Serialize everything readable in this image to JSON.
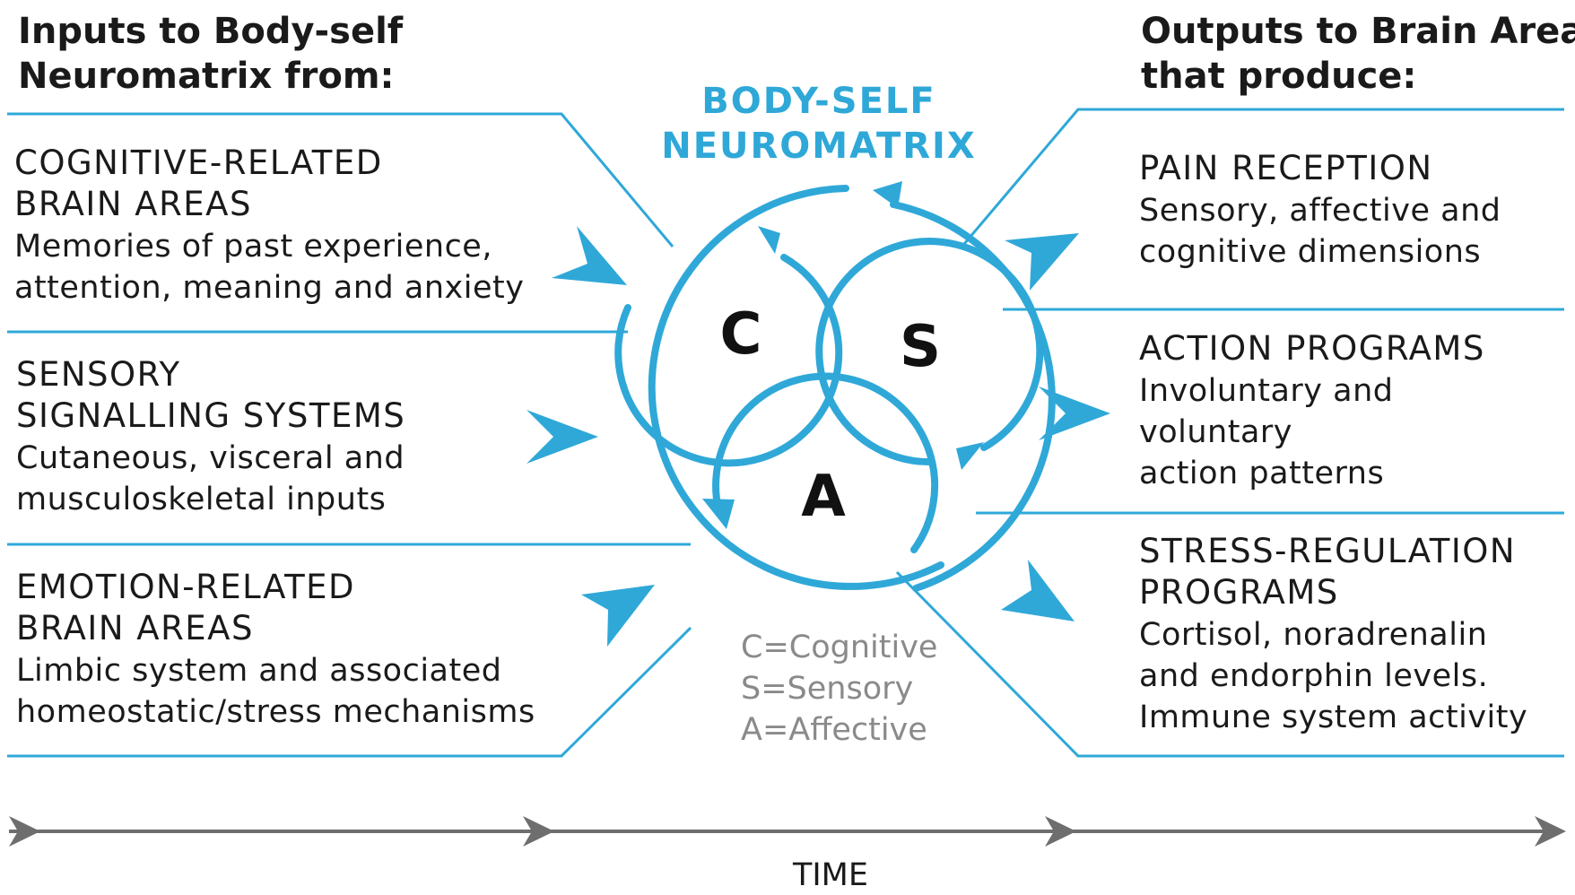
{
  "left_heading": {
    "line1": "Inputs to Body-self",
    "line2": "Neuromatrix from:"
  },
  "right_heading": {
    "line1": "Outputs to Brain Areas",
    "line2": "that produce:"
  },
  "center": {
    "title_line1": "BODY-SELF",
    "title_line2": "NEUROMATRIX",
    "letter_c": "C",
    "letter_s": "S",
    "letter_a": "A"
  },
  "inputs": [
    {
      "title_lines": [
        "COGNITIVE-RELATED",
        "BRAIN AREAS"
      ],
      "body_lines": [
        "Memories of past experience,",
        "attention, meaning and anxiety"
      ]
    },
    {
      "title_lines": [
        "SENSORY",
        "SIGNALLING SYSTEMS"
      ],
      "body_lines": [
        "Cutaneous, visceral and",
        "musculoskeletal inputs"
      ]
    },
    {
      "title_lines": [
        "EMOTION-RELATED",
        "BRAIN AREAS"
      ],
      "body_lines": [
        "Limbic system and associated",
        "homeostatic/stress mechanisms"
      ]
    }
  ],
  "outputs": [
    {
      "title_lines": [
        "PAIN RECEPTION"
      ],
      "body_lines": [
        "Sensory, affective and",
        "cognitive dimensions"
      ]
    },
    {
      "title_lines": [
        "ACTION PROGRAMS"
      ],
      "body_lines": [
        "Involuntary and",
        "voluntary",
        "action patterns"
      ]
    },
    {
      "title_lines": [
        "STRESS-REGULATION",
        "PROGRAMS"
      ],
      "body_lines": [
        "Cortisol, noradrenalin",
        "and endorphin levels.",
        "Immune system activity"
      ]
    }
  ],
  "legend": [
    "C=Cognitive",
    "S=Sensory",
    "A=Affective"
  ],
  "time_label": "TIME",
  "colors": {
    "accent": "#2fa8d8",
    "text": "#1a1a1a",
    "legend_text": "#8a8a8a",
    "timeline": "#6e6e6e"
  }
}
